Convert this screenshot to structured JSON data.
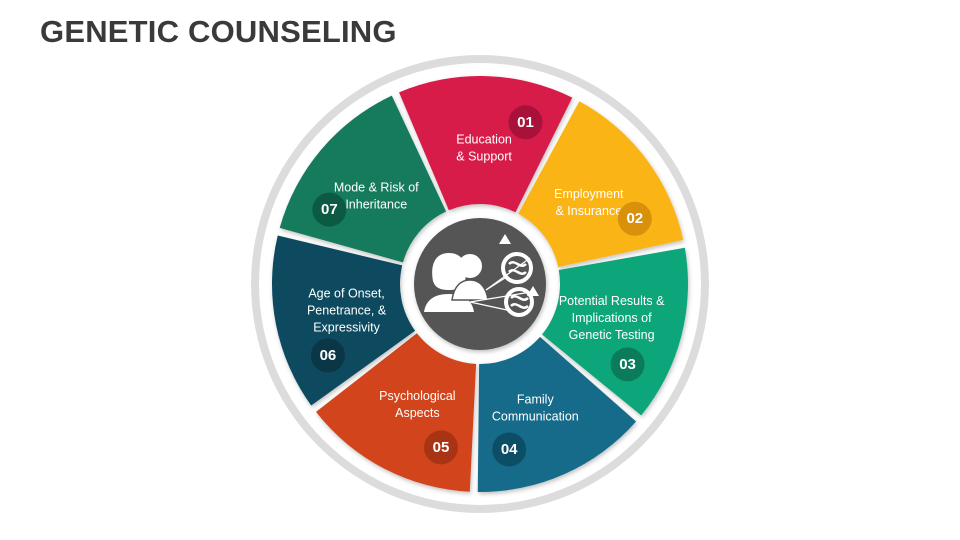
{
  "title": "GENETIC COUNSELING",
  "colors": {
    "ring": "#dcdcdc",
    "hub": "#555555",
    "hub_border": "#ffffff",
    "icon": "#ffffff"
  },
  "center_icon": "genetic-counseling-people-dna-icon",
  "segments": [
    {
      "number": "01",
      "lines": [
        "Education",
        "& Support"
      ],
      "color": "#d81b4a",
      "badge_color": "#a8123a"
    },
    {
      "number": "02",
      "lines": [
        "Employment",
        "& Insurance"
      ],
      "color": "#fbb416",
      "badge_color": "#d9900a"
    },
    {
      "number": "03",
      "lines": [
        "Potential Results &",
        "Implications of",
        "Genetic Testing"
      ],
      "color": "#10a57a",
      "badge_color": "#0b7c5b"
    },
    {
      "number": "04",
      "lines": [
        "Family",
        "Communication"
      ],
      "color": "#136b8a",
      "badge_color": "#0d4e67"
    },
    {
      "number": "05",
      "lines": [
        "Psychological",
        "Aspects"
      ],
      "color": "#d2451e",
      "badge_color": "#a83414"
    },
    {
      "number": "06",
      "lines": [
        "Age of Onset,",
        "Penetrance, &",
        "Expressivity"
      ],
      "color": "#0e4a5e",
      "badge_color": "#0a3646"
    },
    {
      "number": "07",
      "lines": [
        "Mode & Risk of",
        "Inheritance"
      ],
      "color": "#127a5c",
      "badge_color": "#0c5a43"
    }
  ]
}
